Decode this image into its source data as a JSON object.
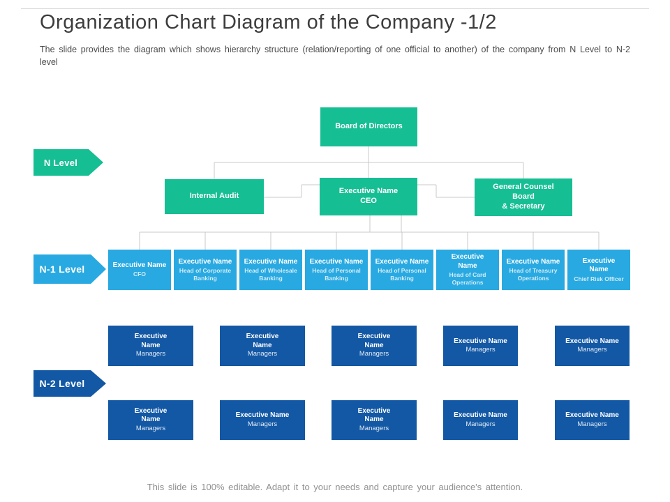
{
  "slide": {
    "title": "Organization Chart Diagram of the Company -1/2",
    "subtitle": "The slide provides the diagram which shows hierarchy structure (relation/reporting of one official to another) of the company from N Level to N-2 level",
    "footer": "This slide is 100% editable. Adapt it to your needs and capture your audience's attention."
  },
  "colors": {
    "green": "#16be93",
    "light_blue": "#29a9e1",
    "dark_blue": "#1358a5",
    "connector_gray": "#c9c9c9"
  },
  "levels": [
    {
      "label": "N Level"
    },
    {
      "label": "N-1 Level"
    },
    {
      "label": "N-2 Level"
    }
  ],
  "org": {
    "board": {
      "title": "Board of Directors"
    },
    "n_level": [
      {
        "title": "Internal Audit"
      },
      {
        "title": "Executive Name\nCEO"
      },
      {
        "title": "General Counsel\nBoard\n& Secretary"
      }
    ],
    "n1_level": [
      {
        "name": "Executive Name",
        "role": "CFO"
      },
      {
        "name": "Executive Name",
        "role": "Head of Corporate Banking"
      },
      {
        "name": "Executive Name",
        "role": "Head of Wholesale Banking"
      },
      {
        "name": "Executive Name",
        "role": "Head of Personal Banking"
      },
      {
        "name": "Executive Name",
        "role": "Head of Personal Banking"
      },
      {
        "name": "Executive\nName",
        "role": "Head of Card Operations"
      },
      {
        "name": "Executive Name",
        "role": "Head of Treasury Operations"
      },
      {
        "name": "Executive\nName",
        "role": "Chief Risk Officer"
      }
    ],
    "n2_row1": [
      {
        "name": "Executive\nName",
        "role": "Managers"
      },
      {
        "name": "Executive\nName",
        "role": "Managers"
      },
      {
        "name": "Executive\nName",
        "role": "Managers"
      },
      {
        "name": "Executive Name",
        "role": "Managers"
      },
      {
        "name": "Executive Name",
        "role": "Managers"
      }
    ],
    "n2_row2": [
      {
        "name": "Executive\nName",
        "role": "Managers"
      },
      {
        "name": "Executive Name",
        "role": "Managers"
      },
      {
        "name": "Executive\nName",
        "role": "Managers"
      },
      {
        "name": "Executive Name",
        "role": "Managers"
      },
      {
        "name": "Executive Name",
        "role": "Managers"
      }
    ]
  }
}
